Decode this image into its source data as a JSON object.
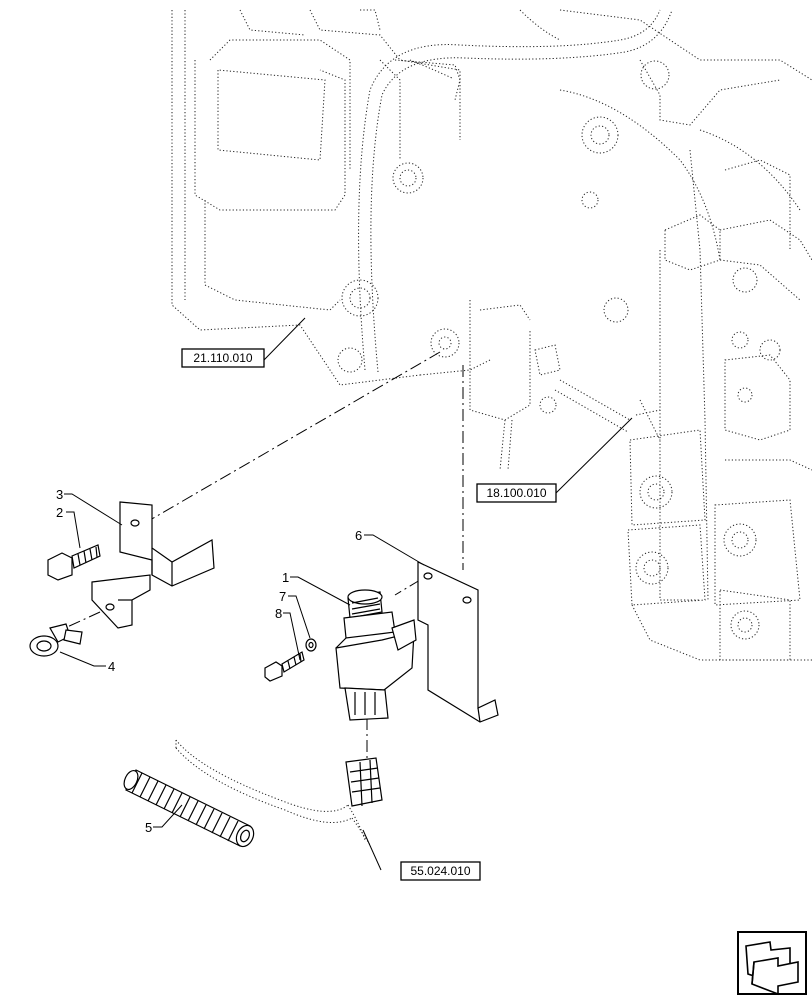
{
  "references": {
    "ref_transmission_housing": "21.110.010",
    "ref_lift_linkage": "18.100.010",
    "ref_harness": "55.024.010"
  },
  "callouts": {
    "item_1": "1",
    "item_2": "2",
    "item_3": "3",
    "item_4": "4",
    "item_5": "5",
    "item_6": "6",
    "item_7": "7",
    "item_8": "8"
  },
  "nav": {
    "icon": "next-page-arrow-icon"
  }
}
